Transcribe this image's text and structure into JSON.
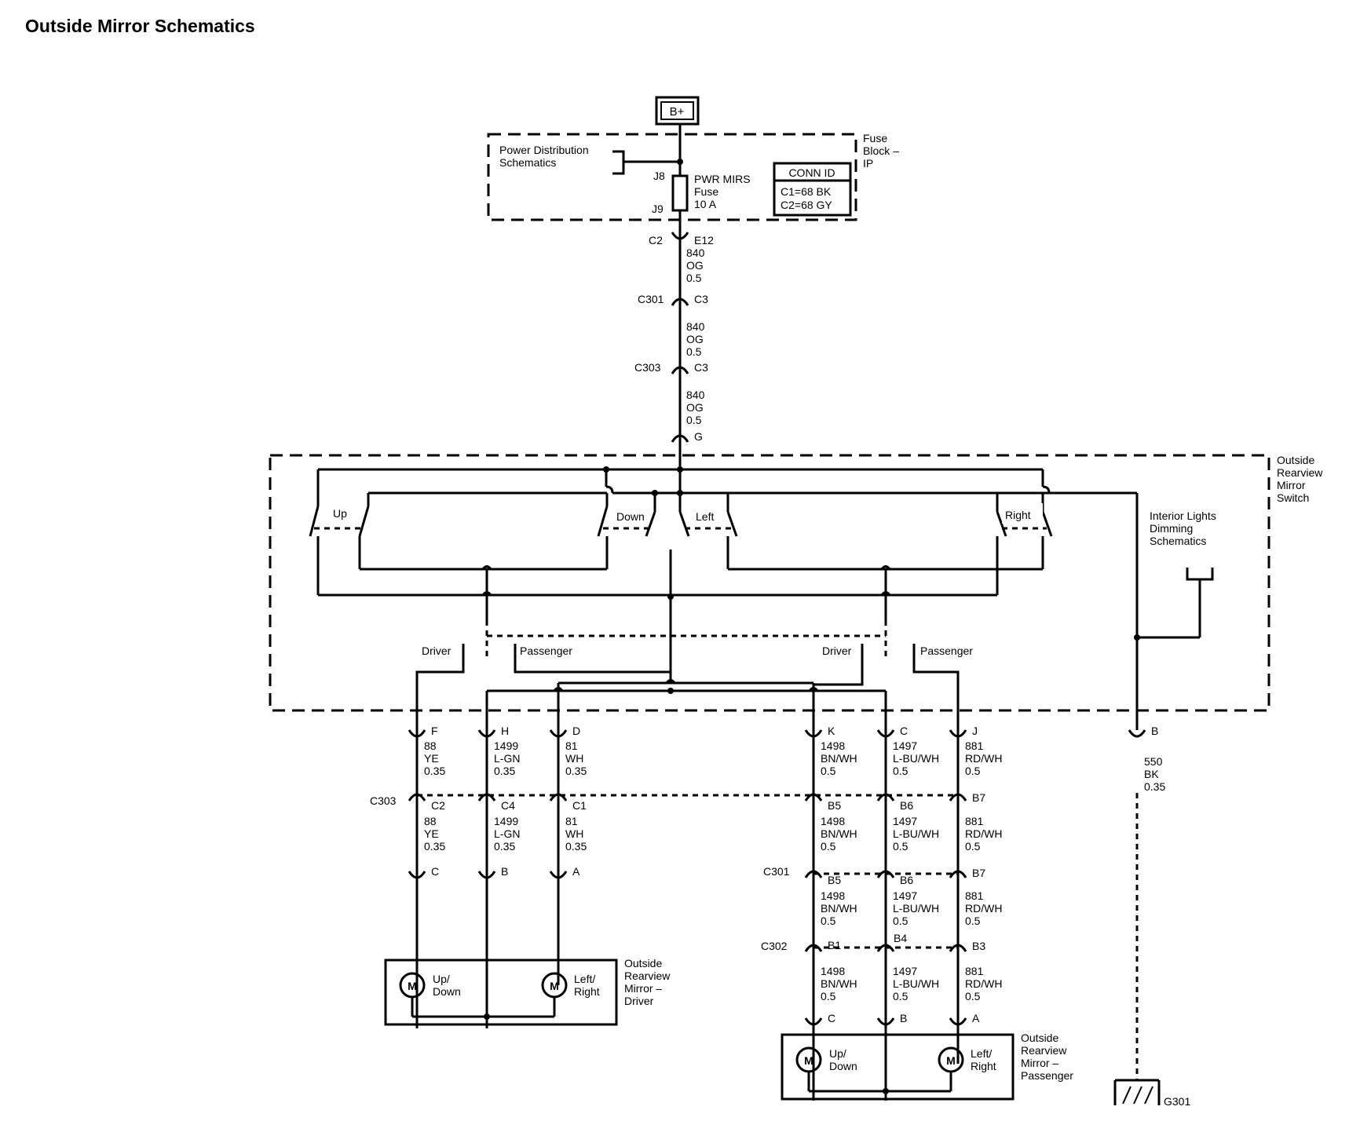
{
  "title": "Outside Mirror Schematics",
  "power": {
    "bplus": "B+",
    "pds": [
      "Power Distribution",
      "Schematics"
    ],
    "fuse_block": [
      "Fuse",
      "Block –",
      "IP"
    ],
    "fuse": [
      "PWR MIRS",
      "Fuse",
      "10 A"
    ],
    "j8": "J8",
    "j9": "J9",
    "conn_id": [
      "CONN ID",
      "C1=68 BK",
      "C2=68 GY"
    ],
    "c2": "C2",
    "e12": "E12",
    "wire1": [
      "840",
      "OG",
      "0.5"
    ],
    "c301": "C301",
    "c3a": "C3",
    "wire2": [
      "840",
      "OG",
      "0.5"
    ],
    "c303": "C303",
    "c3b": "C3",
    "wire3": [
      "840",
      "OG",
      "0.5"
    ],
    "g": "G"
  },
  "switch": {
    "name": [
      "Outside",
      "Rearview",
      "Mirror",
      "Switch"
    ],
    "up": "Up",
    "down": "Down",
    "left": "Left",
    "right": "Right",
    "dimming": [
      "Interior Lights",
      "Dimming",
      "Schematics"
    ],
    "driver": "Driver",
    "passenger": "Passenger"
  },
  "driver_side": {
    "pins_top": [
      "F",
      "H",
      "D"
    ],
    "wires_top": [
      [
        "88",
        "YE",
        "0.35"
      ],
      [
        "1499",
        "L-GN",
        "0.35"
      ],
      [
        "81",
        "WH",
        "0.35"
      ]
    ],
    "c303": "C303",
    "pins_mid": [
      "C2",
      "C4",
      "C1"
    ],
    "wires_mid": [
      [
        "88",
        "YE",
        "0.35"
      ],
      [
        "1499",
        "L-GN",
        "0.35"
      ],
      [
        "81",
        "WH",
        "0.35"
      ]
    ],
    "pins_bot": [
      "C",
      "B",
      "A"
    ],
    "motor": "M",
    "updown": [
      "Up/",
      "Down"
    ],
    "leftright": [
      "Left/",
      "Right"
    ],
    "name": [
      "Outside",
      "Rearview",
      "Mirror –",
      "Driver"
    ]
  },
  "passenger_side": {
    "pins_top": [
      "K",
      "C",
      "J"
    ],
    "wires": [
      [
        "1498",
        "BN/WH",
        "0.5"
      ],
      [
        "1497",
        "L-BU/WH",
        "0.5"
      ],
      [
        "881",
        "RD/WH",
        "0.5"
      ]
    ],
    "pins_c303": [
      "B5",
      "B6",
      "B7"
    ],
    "c301": "C301",
    "pins_c301": [
      "B5",
      "B6",
      "B7"
    ],
    "c302": "C302",
    "pins_c302": [
      "B1",
      "B4",
      "B3"
    ],
    "pins_bot": [
      "C",
      "B",
      "A"
    ],
    "motor": "M",
    "updown": [
      "Up/",
      "Down"
    ],
    "leftright": [
      "Left/",
      "Right"
    ],
    "name": [
      "Outside",
      "Rearview",
      "Mirror –",
      "Passenger"
    ]
  },
  "ground": {
    "pin": "B",
    "wire": [
      "550",
      "BK",
      "0.35"
    ],
    "label": "G301"
  }
}
